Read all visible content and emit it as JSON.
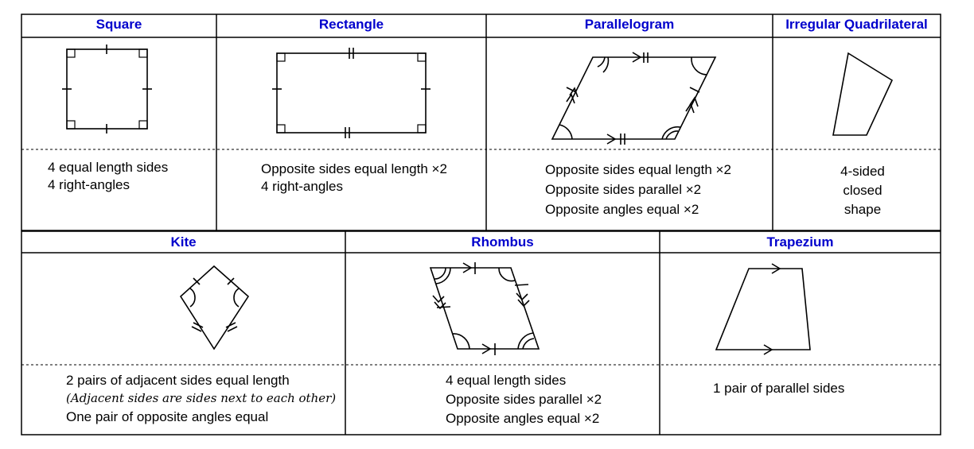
{
  "colors": {
    "title": "#0000cc",
    "line": "#000000",
    "background": "#ffffff"
  },
  "shapes": {
    "square": {
      "title": "Square",
      "lines": [
        "4 equal length sides",
        "4 right-angles"
      ]
    },
    "rectangle": {
      "title": "Rectangle",
      "lines": [
        "Opposite sides equal length ×2",
        "4 right-angles"
      ]
    },
    "parallelogram": {
      "title": "Parallelogram",
      "lines": [
        "Opposite sides equal length ×2",
        "Opposite sides parallel ×2",
        "Opposite angles equal ×2"
      ]
    },
    "irregular": {
      "title": "Irregular Quadrilateral",
      "lines": [
        "4-sided",
        "closed",
        "shape"
      ]
    },
    "kite": {
      "title": "Kite",
      "lines": [
        "2 pairs of adjacent sides equal length",
        "(Adjacent sides are sides next to each other)",
        "One pair of opposite angles equal"
      ]
    },
    "rhombus": {
      "title": "Rhombus",
      "lines": [
        "4 equal length sides",
        "Opposite sides parallel ×2",
        "Opposite angles equal ×2"
      ]
    },
    "trapezium": {
      "title": "Trapezium",
      "lines": [
        "1 pair of parallel sides"
      ]
    }
  }
}
